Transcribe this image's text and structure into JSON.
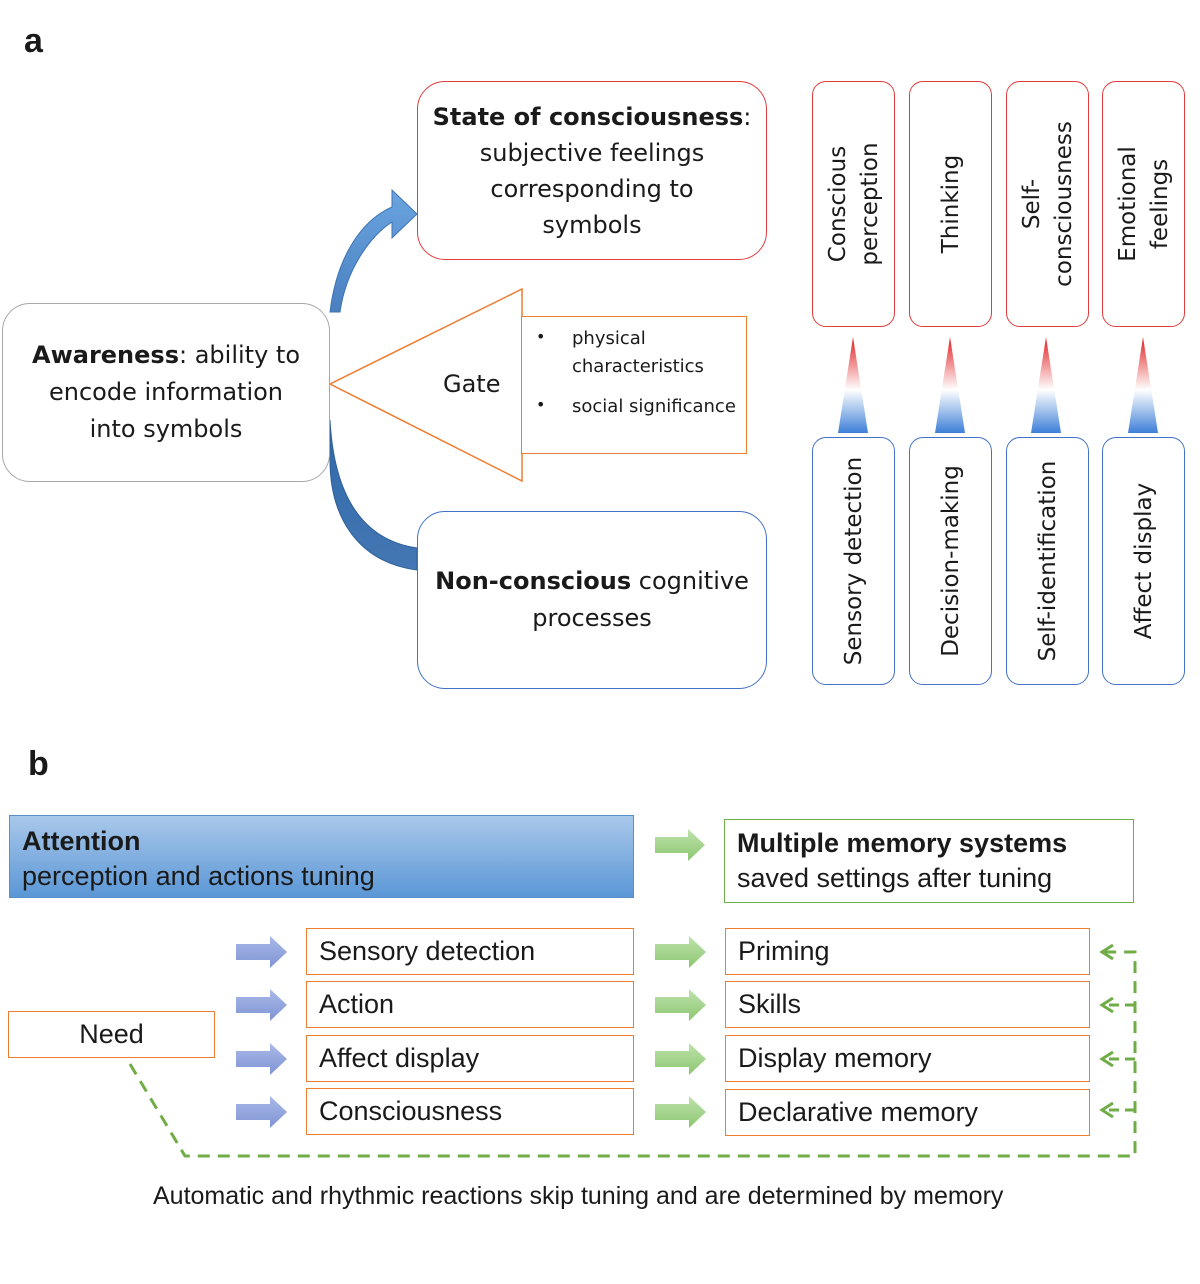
{
  "panel_a": {
    "label": "a",
    "awareness": {
      "bold": "Awareness",
      "rest_line1": ": ability to",
      "line2": "encode information",
      "line3": "into symbols"
    },
    "state": {
      "bold": "State of consciousness",
      "rest_line1": ":",
      "line2": "subjective feelings",
      "line3": "corresponding to",
      "line4": "symbols"
    },
    "gate": {
      "label": "Gate",
      "items": [
        "physical characteristics",
        "social significance"
      ]
    },
    "nonconscious": {
      "bold": "Non-conscious",
      "rest_line1": " cognitive",
      "line2": "processes"
    },
    "columns": [
      {
        "top": [
          "Conscious",
          "perception"
        ],
        "bottom": "Sensory detection"
      },
      {
        "top": [
          "Thinking"
        ],
        "bottom": "Decision-making"
      },
      {
        "top": [
          "Self-",
          "consciousness"
        ],
        "bottom": "Self-identification"
      },
      {
        "top": [
          "Emotional",
          "feelings"
        ],
        "bottom": "Affect display"
      }
    ]
  },
  "panel_b": {
    "label": "b",
    "attention": {
      "title": "Attention",
      "subtitle": "perception and actions tuning"
    },
    "memory_systems": {
      "title": "Multiple memory systems",
      "subtitle": "saved settings after tuning"
    },
    "need": "Need",
    "processes": [
      "Sensory detection",
      "Action",
      "Affect display",
      "Consciousness"
    ],
    "memories": [
      "Priming",
      "Skills",
      "Display memory",
      "Declarative memory"
    ],
    "caption": "Automatic and rhythmic reactions skip tuning and are determined by memory"
  },
  "colors": {
    "red_border": "#e03c3c",
    "blue_border": "#4472c4",
    "orange_border": "#ed7d31",
    "green": "#70ad47",
    "gray_border": "#a8a8a8",
    "attention_fill": "#7aaee2",
    "blue_arrow": "#8fa3dc",
    "green_arrow": "#9fd08a"
  }
}
